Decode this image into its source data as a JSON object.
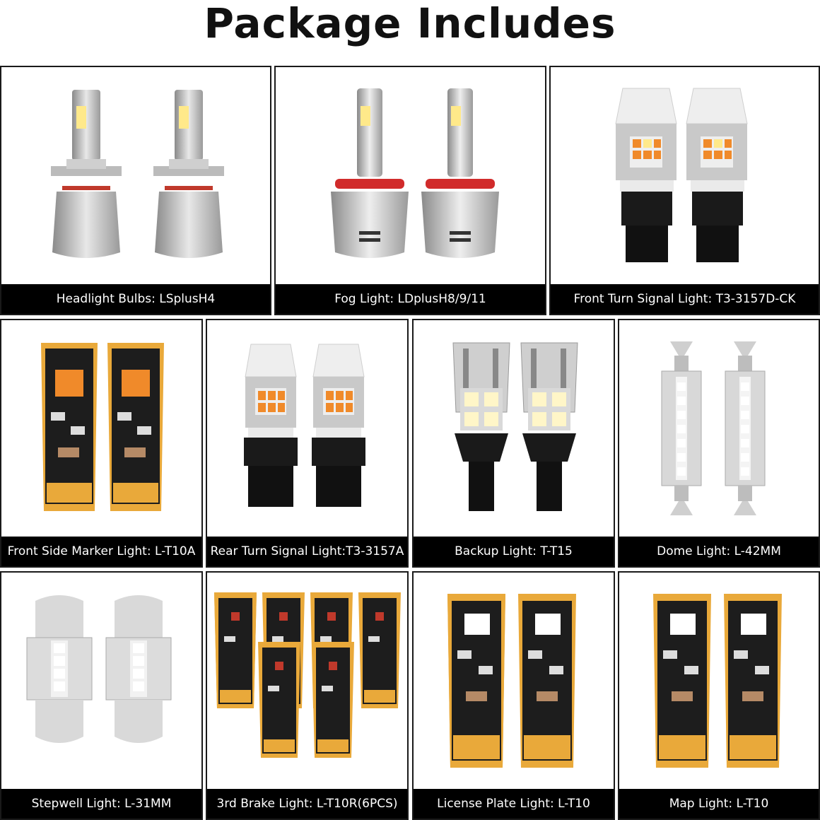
{
  "title": "Package Includes",
  "items": [
    {
      "label": "Headlight Bulbs: LSplusH4",
      "icon": "h4-headlight-bulb-icon",
      "count": 2
    },
    {
      "label": "Fog Light: LDplusH8/9/11",
      "icon": "h11-fog-bulb-icon",
      "count": 2
    },
    {
      "label": "Front Turn Signal Light: T3-3157D-CK",
      "icon": "3157-turn-bulb-icon",
      "count": 2
    },
    {
      "label": "Front Side Marker Light: L-T10A",
      "icon": "t10-amber-wedge-icon",
      "count": 2
    },
    {
      "label": "Rear Turn Signal Light:T3-3157A",
      "icon": "3157-amber-bulb-icon",
      "count": 2
    },
    {
      "label": "Backup Light: T-T15",
      "icon": "t15-backup-bulb-icon",
      "count": 2
    },
    {
      "label": "Dome Light: L-42MM",
      "icon": "festoon-42mm-icon",
      "count": 2
    },
    {
      "label": "Stepwell Light: L-31MM",
      "icon": "festoon-31mm-icon",
      "count": 2
    },
    {
      "label": "3rd Brake Light: L-T10R(6PCS)",
      "icon": "t10-red-wedge-icon",
      "count": 6
    },
    {
      "label": "License Plate Light: L-T10",
      "icon": "t10-white-wedge-icon",
      "count": 2
    },
    {
      "label": "Map Light: L-T10",
      "icon": "t10-white-wedge-icon",
      "count": 2
    }
  ],
  "colors": {
    "caption_bg": "#000000",
    "pcb_gold": "#e9a93a",
    "pcb_black": "#1d1d1d",
    "led_amber": "#f08a2a",
    "led_white": "#fff6c8"
  }
}
